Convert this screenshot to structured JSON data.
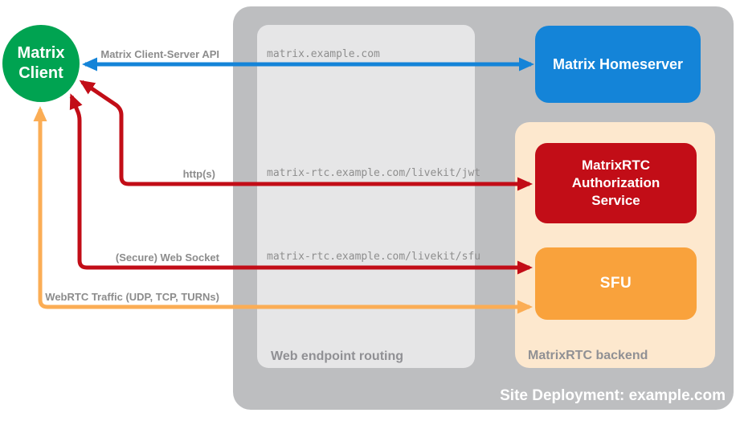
{
  "diagram": {
    "title": "Site Deployment: example.com",
    "client": {
      "line1": "Matrix",
      "line2": "Client",
      "color": "#00a351"
    },
    "site": {
      "label": "Site Deployment: example.com",
      "bg": "#bdbec0"
    },
    "routing": {
      "label": "Web endpoint routing",
      "bg": "#e6e6e7",
      "endpoints": [
        "matrix.example.com",
        "matrix-rtc.example.com/livekit/jwt",
        "matrix-rtc.example.com/livekit/sfu"
      ]
    },
    "backend": {
      "label": "MatrixRTC backend",
      "bg": "#fde8ce"
    },
    "nodes": {
      "homeserver": {
        "label": "Matrix Homeserver",
        "color": "#1484d8"
      },
      "auth": {
        "label": "MatrixRTC Authorization Service",
        "color": "#c20d17"
      },
      "sfu": {
        "label": "SFU",
        "color": "#f9a23c"
      }
    },
    "connections": [
      {
        "label": "Matrix Client-Server API",
        "endpoint": "matrix.example.com",
        "color": "#1484d8",
        "from": "Matrix Client",
        "to": "Matrix Homeserver",
        "bidirectional": true
      },
      {
        "label": "http(s)",
        "endpoint": "matrix-rtc.example.com/livekit/jwt",
        "color": "#c20d17",
        "from": "Matrix Client",
        "to": "MatrixRTC Authorization Service",
        "bidirectional": true
      },
      {
        "label": "(Secure) Web Socket",
        "endpoint": "matrix-rtc.example.com/livekit/sfu",
        "color": "#c20d17",
        "from": "Matrix Client",
        "to": "SFU",
        "bidirectional": true
      },
      {
        "label": "WebRTC Traffic (UDP, TCP, TURNs)",
        "endpoint": "",
        "color": "#fbad55",
        "from": "Matrix Client",
        "to": "SFU",
        "bidirectional": true
      }
    ]
  }
}
